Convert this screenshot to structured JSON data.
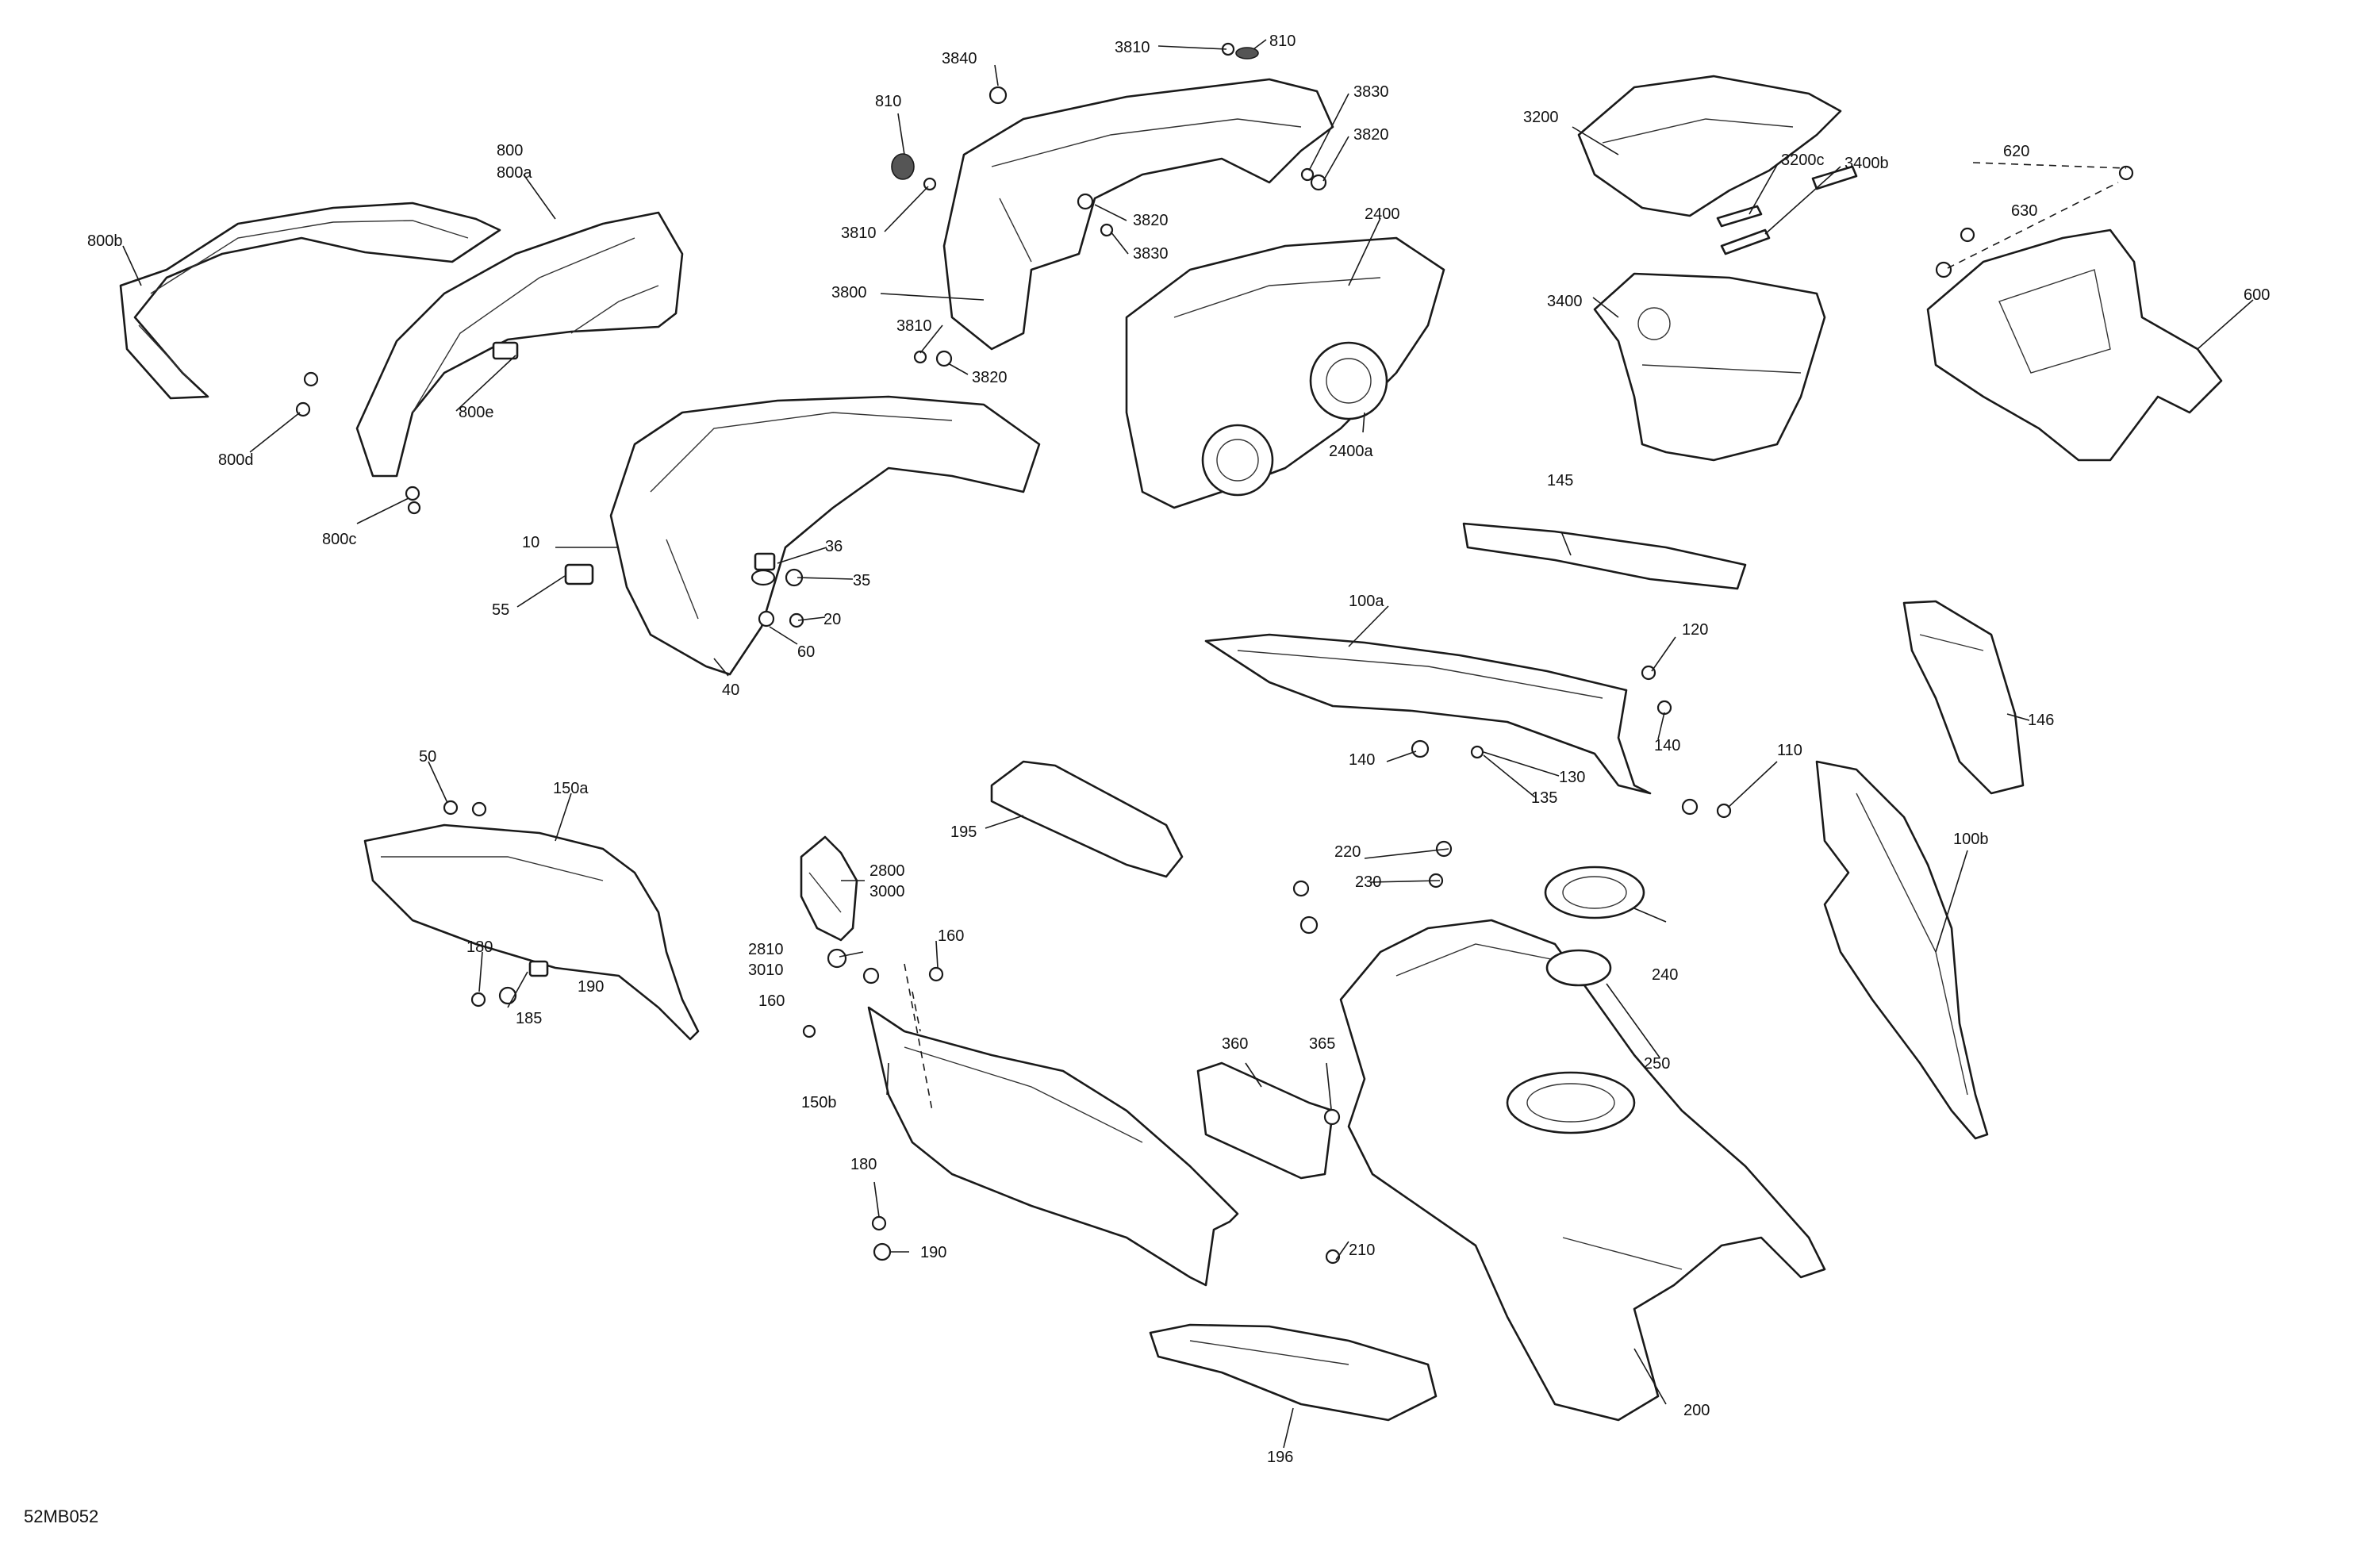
{
  "diagram_code": "52MB052",
  "labels": {
    "l3810a": "3810",
    "l810a": "810",
    "l3840": "3840",
    "l810b": "810",
    "l3830a": "3830",
    "l3820a": "3820",
    "l3810b": "3810",
    "l3820b": "3820",
    "l3830b": "3830",
    "l3800": "3800",
    "l3810c": "3810",
    "l3820c": "3820",
    "l800": "800",
    "l800a": "800a",
    "l800b": "800b",
    "l800d": "800d",
    "l800e": "800e",
    "l800c": "800c",
    "l2400": "2400",
    "l2400a": "2400a",
    "l3200": "3200",
    "l3200c": "3200c",
    "l3400b": "3400b",
    "l3400": "3400",
    "l620": "620",
    "l630": "630",
    "l600": "600",
    "l10": "10",
    "l36": "36",
    "l35": "35",
    "l55": "55",
    "l20": "20",
    "l60": "60",
    "l40": "40",
    "l145": "145",
    "l100a": "100a",
    "l120": "120",
    "l140a": "140",
    "l140b": "140",
    "l130": "130",
    "l135": "135",
    "l146": "146",
    "l50": "50",
    "l150a": "150a",
    "l180a": "180",
    "l190a": "190",
    "l185": "185",
    "l195": "195",
    "l2800": "2800",
    "l3000": "3000",
    "l2810": "2810",
    "l3010": "3010",
    "l160a": "160",
    "l160b": "160",
    "l150b": "150b",
    "l180b": "180",
    "l190b": "190",
    "l220": "220",
    "l230": "230",
    "l240": "240",
    "l250": "250",
    "l210": "210",
    "l360": "360",
    "l365": "365",
    "l110": "110",
    "l100b": "100b",
    "l196": "196",
    "l200": "200"
  }
}
